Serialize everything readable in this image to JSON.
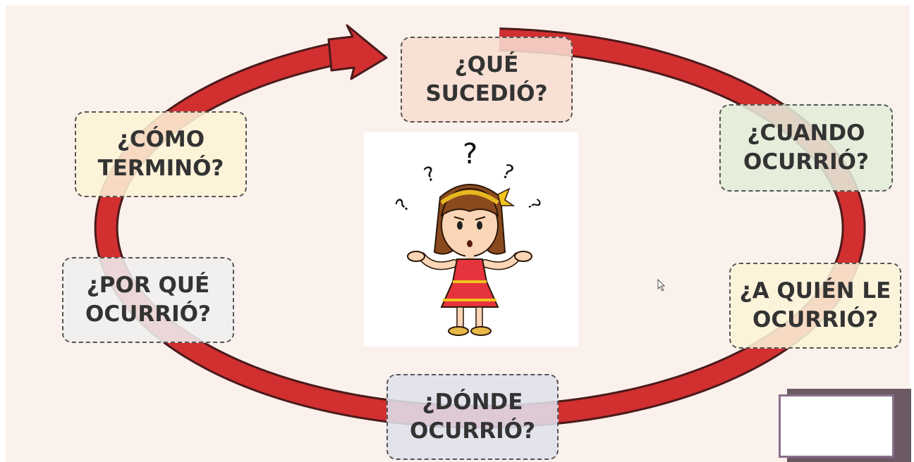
{
  "boxes": {
    "que_sucedio": "¿QUÉ\nSUCEDIÓ?",
    "cuando_ocurrio": "¿CUANDO\nOCURRIÓ?",
    "a_quien_le_ocurrio": "¿A QUIÉN LE\nOCURRIÓ?",
    "donde_ocurrio": "¿DÓNDE\nOCURRIÓ?",
    "por_que_ocurrio": "¿POR QUÉ\nOCURRIÓ?",
    "como_termino": "¿CÓMO\nTERMINÓ?"
  },
  "illustration": {
    "question_marks": [
      "?",
      "?",
      "?",
      "?",
      "?"
    ]
  },
  "colors": {
    "background": "#fbf1ec",
    "arrow": "#d12f30",
    "arrow_outline": "#4b1a1a",
    "box_que": "#f7ddd0",
    "box_cuando": "#e3ecd8",
    "box_a_quien": "#fcf2d8",
    "box_donde": "#dfe0ec",
    "box_por_que": "#efefef",
    "box_como": "#fdf2d6"
  }
}
